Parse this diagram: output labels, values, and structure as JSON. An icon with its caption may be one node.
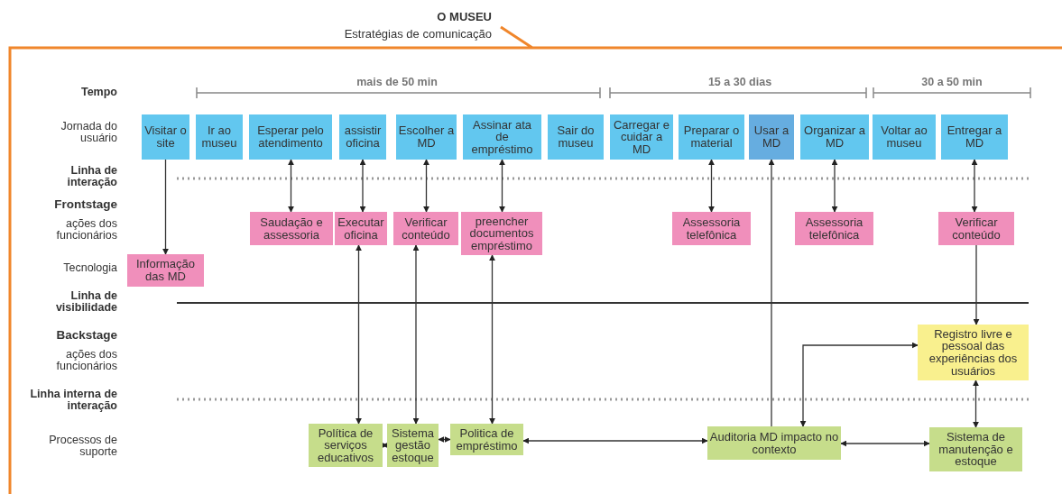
{
  "diagram": {
    "title": "O MUSEU",
    "nodes": [
      {
        "text": [
          "Visitar o site"
        ]
      },
      {
        "text": [
          "Ir ao museu"
        ]
      },
      {
        "text": [
          "Esperar pelo atendimento"
        ]
      },
      {
        "text": [
          "assistir oficina"
        ]
      },
      {
        "text": [
          "Escolher a MD"
        ]
      },
      {
        "text": [
          "Assinar ata de empréstimo"
        ]
      },
      {
        "text": [
          "Sair do museu"
        ]
      },
      {
        "text": [
          "Carregar e cuidar a MD"
        ]
      },
      {
        "text": [
          "Preparar o material"
        ]
      },
      {
        "text": [
          "Usar a MD"
        ]
      },
      {
        "text": [
          "Organizar a MD"
        ]
      },
      {
        "text": [
          "Voltar ao museu"
        ]
      },
      {
        "text": [
          "Entregar a MD"
        ]
      },
      {
        "text": [
          "Saudação e assessoria"
        ]
      },
      {
        "text": [
          "Executar oficina"
        ]
      },
      {
        "text": [
          "Verificar conteúdo"
        ]
      },
      {
        "text": [
          "preencher documentos empréstimo"
        ]
      },
      {
        "text": [
          "Assessoria telefônica"
        ]
      },
      {
        "text": [
          "Assessoria telefônica"
        ]
      },
      {
        "text": [
          "Verificar conteúdo"
        ]
      },
      {
        "text": [
          "Informação das MD"
        ]
      },
      {
        "text": [
          "Registro livre e pessoal das experiências dos usuários"
        ]
      },
      {
        "text": [
          "Política de serviços educativos"
        ]
      },
      {
        "text": [
          "Sistema gestão estoque"
        ]
      },
      {
        "text": [
          "Politica de empréstimo"
        ]
      },
      {
        "text": [
          "Auditoria MD impacto no contexto"
        ]
      },
      {
        "text": [
          "Sistema de manutenção e estoque"
        ]
      }
    ],
    "edges": [
      {
        "from": 0,
        "to": 20,
        "arrow": "to"
      },
      {
        "from": 2,
        "to": 13,
        "arrow": "both"
      },
      {
        "from": 3,
        "to": 14,
        "arrow": "both"
      },
      {
        "from": 4,
        "to": 15,
        "arrow": "both"
      },
      {
        "from": 5,
        "to": 16,
        "arrow": "both"
      },
      {
        "from": 8,
        "to": 17,
        "arrow": "both"
      },
      {
        "from": 10,
        "to": 18,
        "arrow": "both"
      },
      {
        "from": 12,
        "to": 19,
        "arrow": "both"
      },
      {
        "from": 19,
        "to": 21,
        "arrow": "to"
      },
      {
        "from": 14,
        "to": 22,
        "arrow": "both"
      },
      {
        "from": 15,
        "to": 23,
        "arrow": "both"
      },
      {
        "from": 16,
        "to": 24,
        "arrow": "both"
      },
      {
        "from": 25,
        "to": 9,
        "arrow": "to"
      },
      {
        "from": 25,
        "to": 21,
        "arrow": "both"
      },
      {
        "from": 21,
        "to": 26,
        "arrow": "both"
      },
      {
        "from": 22,
        "to": 23,
        "arrow": "both"
      },
      {
        "from": 23,
        "to": 24,
        "arrow": "both"
      },
      {
        "from": 24,
        "to": 25,
        "arrow": "both"
      },
      {
        "from": 25,
        "to": 26,
        "arrow": "both"
      }
    ],
    "labels": [
      "Estratégias de comunicação",
      "Tempo",
      "mais de 50 min",
      "15 a 30 dias",
      "30 a 50 min",
      "Jornada do usuário",
      "Linha de interação",
      "Frontstage",
      "ações dos funcionários",
      "Tecnologia",
      "Linha de visibilidade",
      "Backstage",
      "ações dos funcionários",
      "Linha interna de interação",
      "Processos de suporte"
    ]
  }
}
